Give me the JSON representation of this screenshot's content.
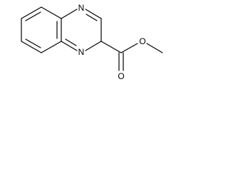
{
  "molecule": {
    "atoms": {
      "n_top": "N",
      "n_bottom": "N",
      "o_ester": "O",
      "o_carbonyl": "O"
    }
  },
  "colors": {
    "bond": "#000000",
    "background": "#ffffff"
  }
}
